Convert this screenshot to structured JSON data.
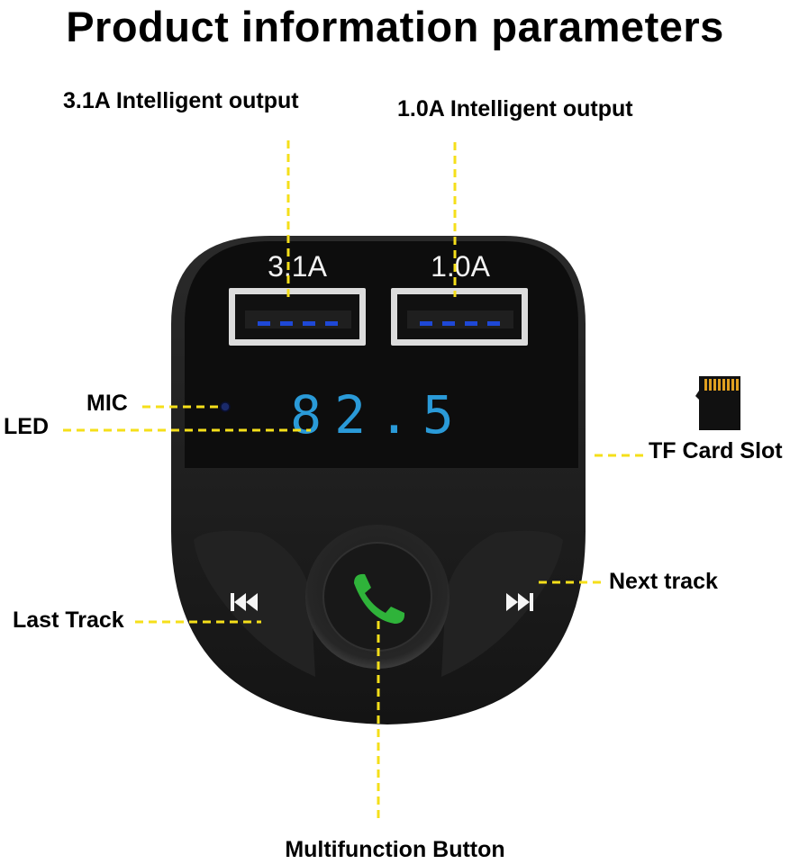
{
  "title": "Product information parameters",
  "labels": {
    "usb_31a": "3.1A Intelligent output",
    "usb_10a": "1.0A Intelligent output",
    "mic": "MIC",
    "led": "LED",
    "tf_card": "TF Card Slot",
    "next_track": "Next track",
    "last_track": "Last Track",
    "multifunction": "Multifunction Button"
  },
  "device": {
    "port_left": "3.1A",
    "port_right": "1.0A",
    "display": "82.5"
  },
  "colors": {
    "leader": "#f5df1a",
    "display": "#2a9ad8",
    "phone": "#2fb33a",
    "body": "#1a1a1a"
  },
  "icons": [
    "previous-track-icon",
    "next-track-icon",
    "phone-icon",
    "tf-card-icon"
  ]
}
